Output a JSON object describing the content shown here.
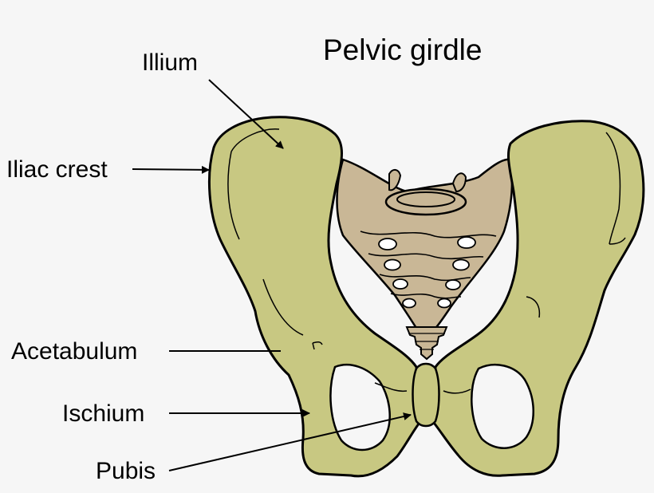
{
  "title": "Pelvic girdle",
  "labels": {
    "illium": "Illium",
    "iliac_crest": "Iliac crest",
    "acetabulum": "Acetabulum",
    "ischium": "Ischium",
    "pubis": "Pubis"
  },
  "colors": {
    "background": "#f6f6f6",
    "bone": "#c8c882",
    "sacrum": "#c9b796",
    "outline": "#000000"
  }
}
